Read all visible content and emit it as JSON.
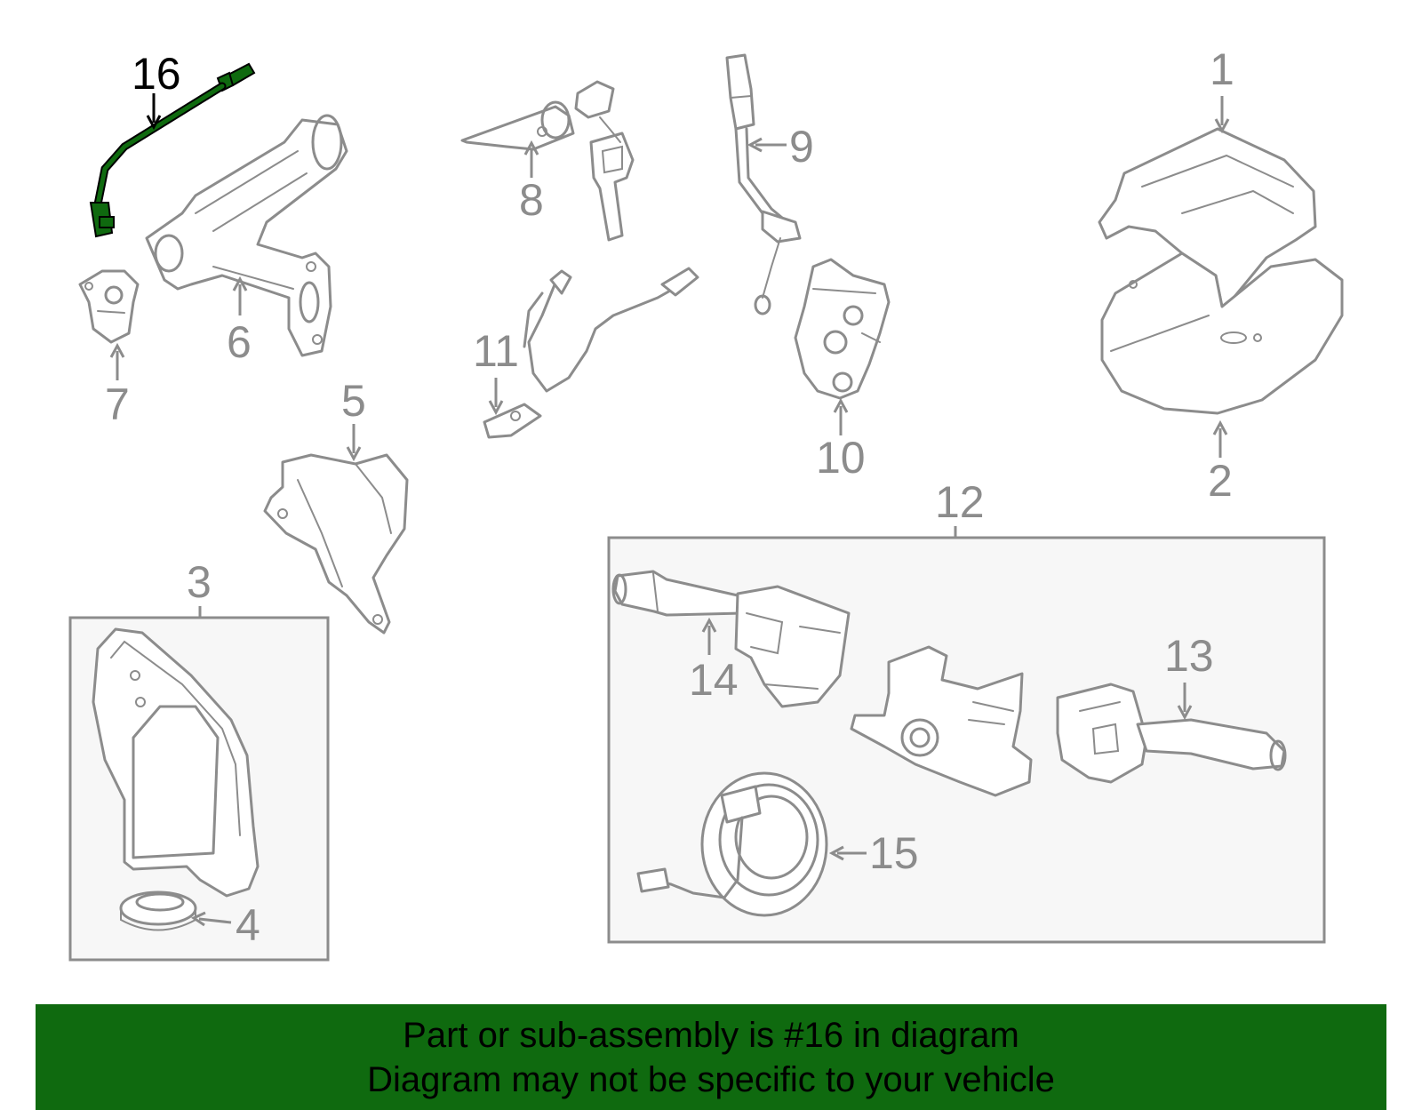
{
  "callouts": {
    "c1": "1",
    "c2": "2",
    "c3": "3",
    "c4": "4",
    "c5": "5",
    "c6": "6",
    "c7": "7",
    "c8": "8",
    "c9": "9",
    "c10": "10",
    "c11": "11",
    "c12": "12",
    "c13": "13",
    "c14": "14",
    "c15": "15",
    "c16": "16"
  },
  "highlight_color": "#0f6a0f",
  "banner": {
    "line1": "Part or sub-assembly is #16 in diagram",
    "line2": "Diagram may not be specific to your vehicle"
  }
}
